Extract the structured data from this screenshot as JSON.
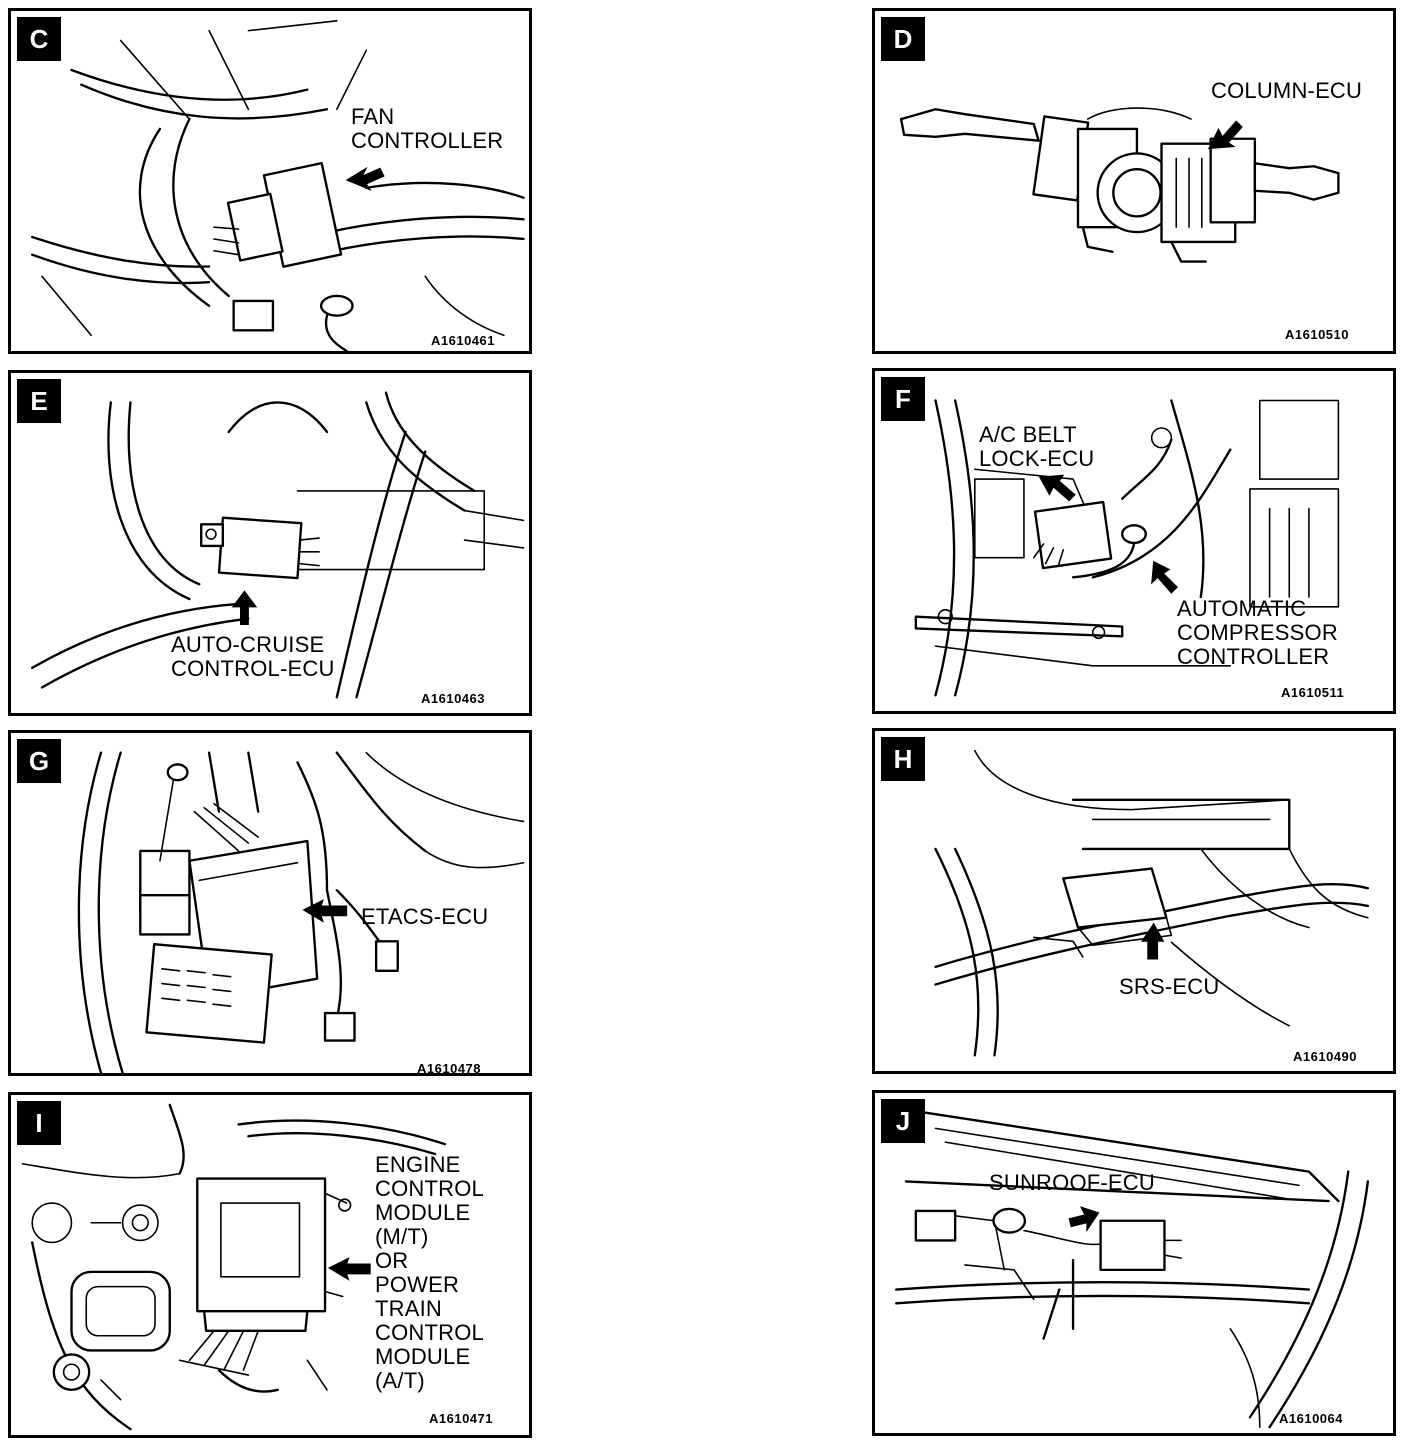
{
  "panels": {
    "C": {
      "tag": "C",
      "label": "FAN\nCONTROLLER",
      "code": "A1610461"
    },
    "D": {
      "tag": "D",
      "label": "COLUMN-ECU",
      "code": "A1610510"
    },
    "E": {
      "tag": "E",
      "label": "AUTO-CRUISE\nCONTROL-ECU",
      "code": "A1610463"
    },
    "F": {
      "tag": "F",
      "label": "A/C BELT\nLOCK-ECU",
      "label2": "AUTOMATIC\nCOMPRESSOR\nCONTROLLER",
      "code": "A1610511"
    },
    "G": {
      "tag": "G",
      "label": "ETACS-ECU",
      "code": "A1610478"
    },
    "H": {
      "tag": "H",
      "label": "SRS-ECU",
      "code": "A1610490"
    },
    "I": {
      "tag": "I",
      "label": "ENGINE\nCONTROL\nMODULE\n(M/T)\nOR\nPOWER\nTRAIN\nCONTROL\nMODULE\n(A/T)",
      "code": "A1610471"
    },
    "J": {
      "tag": "J",
      "label": "SUNROOF-ECU",
      "code": "A1610064"
    }
  }
}
